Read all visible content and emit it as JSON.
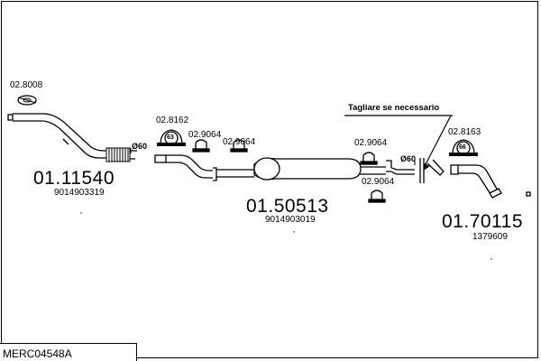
{
  "parts": {
    "front_pipe": {
      "code": "01.11540",
      "number": "9014903319"
    },
    "middle_silencer": {
      "code": "01.50513",
      "number": "9014903019"
    },
    "rear_pipe": {
      "code": "01.70115",
      "number": "1379609"
    }
  },
  "accessories": {
    "gasket": "02.8008",
    "clamp_front": "02.8162",
    "clamp_front_size": "63",
    "clamp_rear": "02.8163",
    "clamp_rear_size": "66",
    "hanger_1": "02.9064",
    "hanger_2": "02.9064",
    "hanger_3": "02.9064",
    "hanger_4": "02.9064"
  },
  "diameters": {
    "front": "Ø60",
    "rear": "Ø60"
  },
  "cut_note": "Tagliare se necessario",
  "reference": "MERC04548A"
}
